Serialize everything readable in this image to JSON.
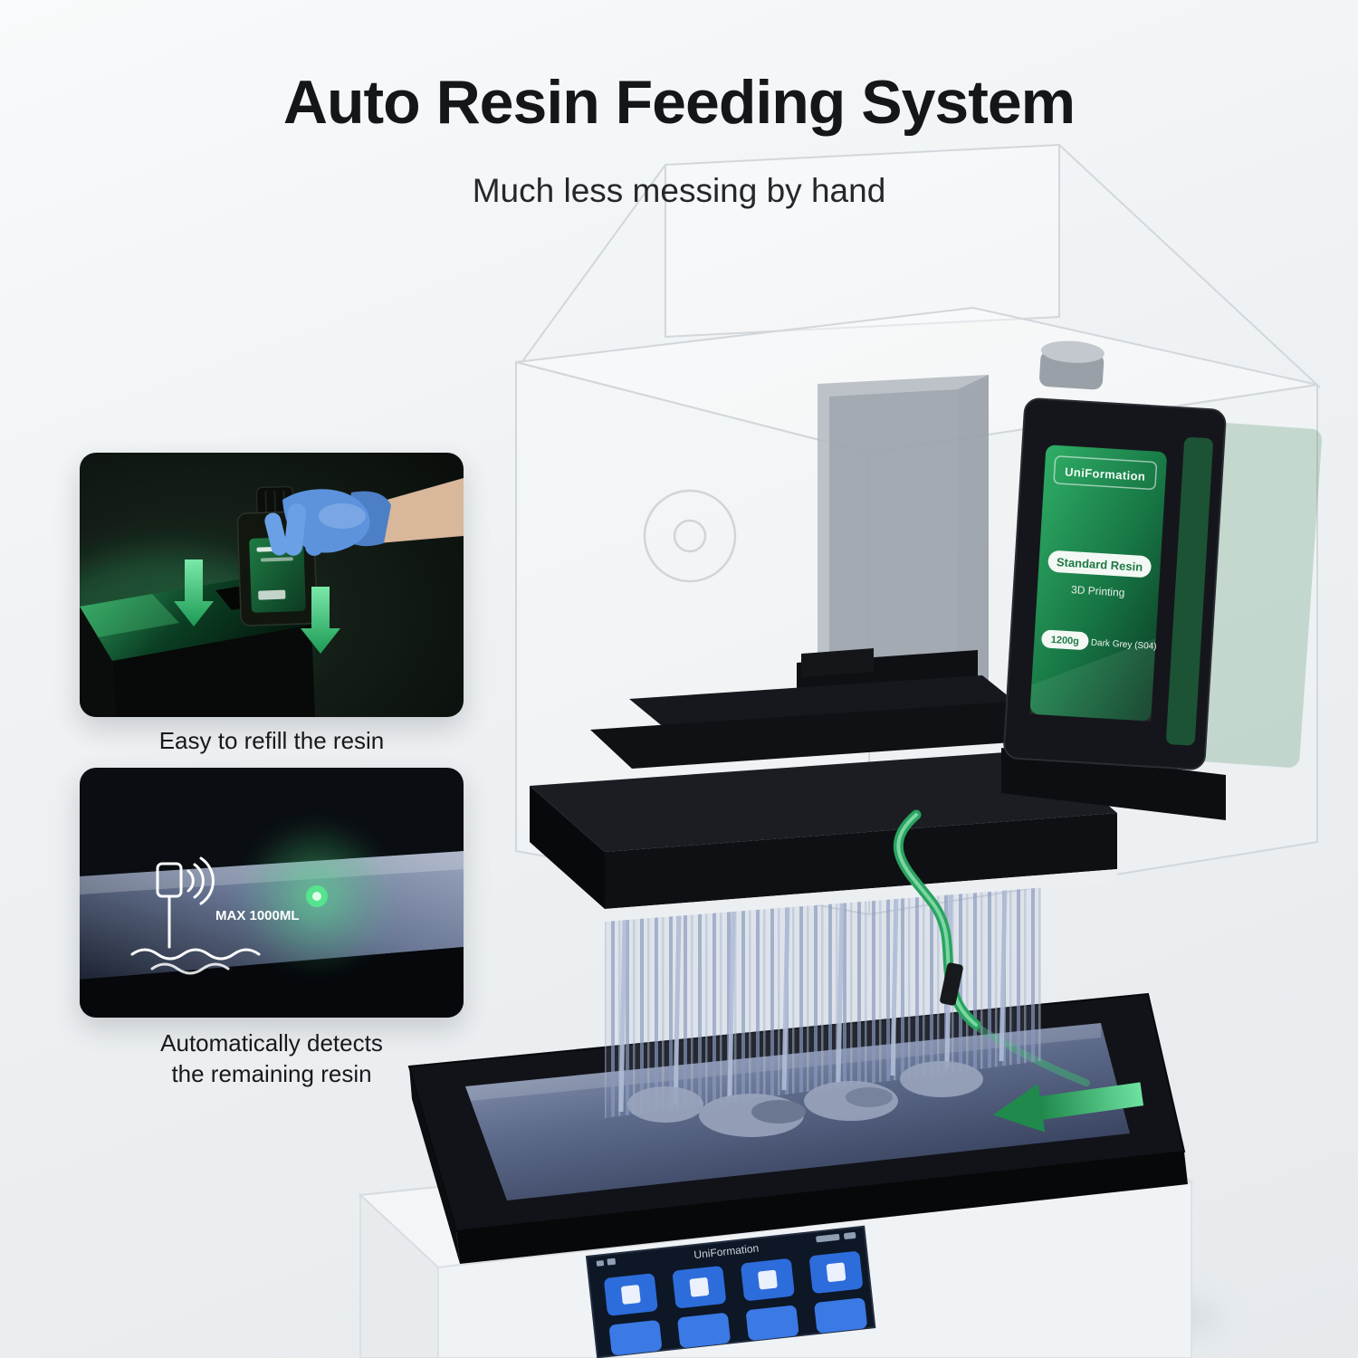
{
  "header": {
    "title": "Auto Resin Feeding System",
    "subtitle": "Much less messing by hand"
  },
  "insets": {
    "refill": {
      "caption": "Easy to refill the resin"
    },
    "detect": {
      "caption_line1": "Automatically detects",
      "caption_line2": "the remaining resin",
      "sensor_label": "MAX 1000ML"
    }
  },
  "cartridge": {
    "brand": "UniFormation",
    "type_label": "Standard Resin",
    "use_label": "3D Printing",
    "weight_label": "1200g",
    "color_label": "Dark Grey (S04)"
  },
  "printer": {
    "screen_brand": "UniFormation"
  },
  "colors": {
    "accent_green": "#2fae66",
    "resin_surface": "#5d6a8a",
    "glove_blue": "#5d93dd",
    "background": "#eef1f3"
  }
}
